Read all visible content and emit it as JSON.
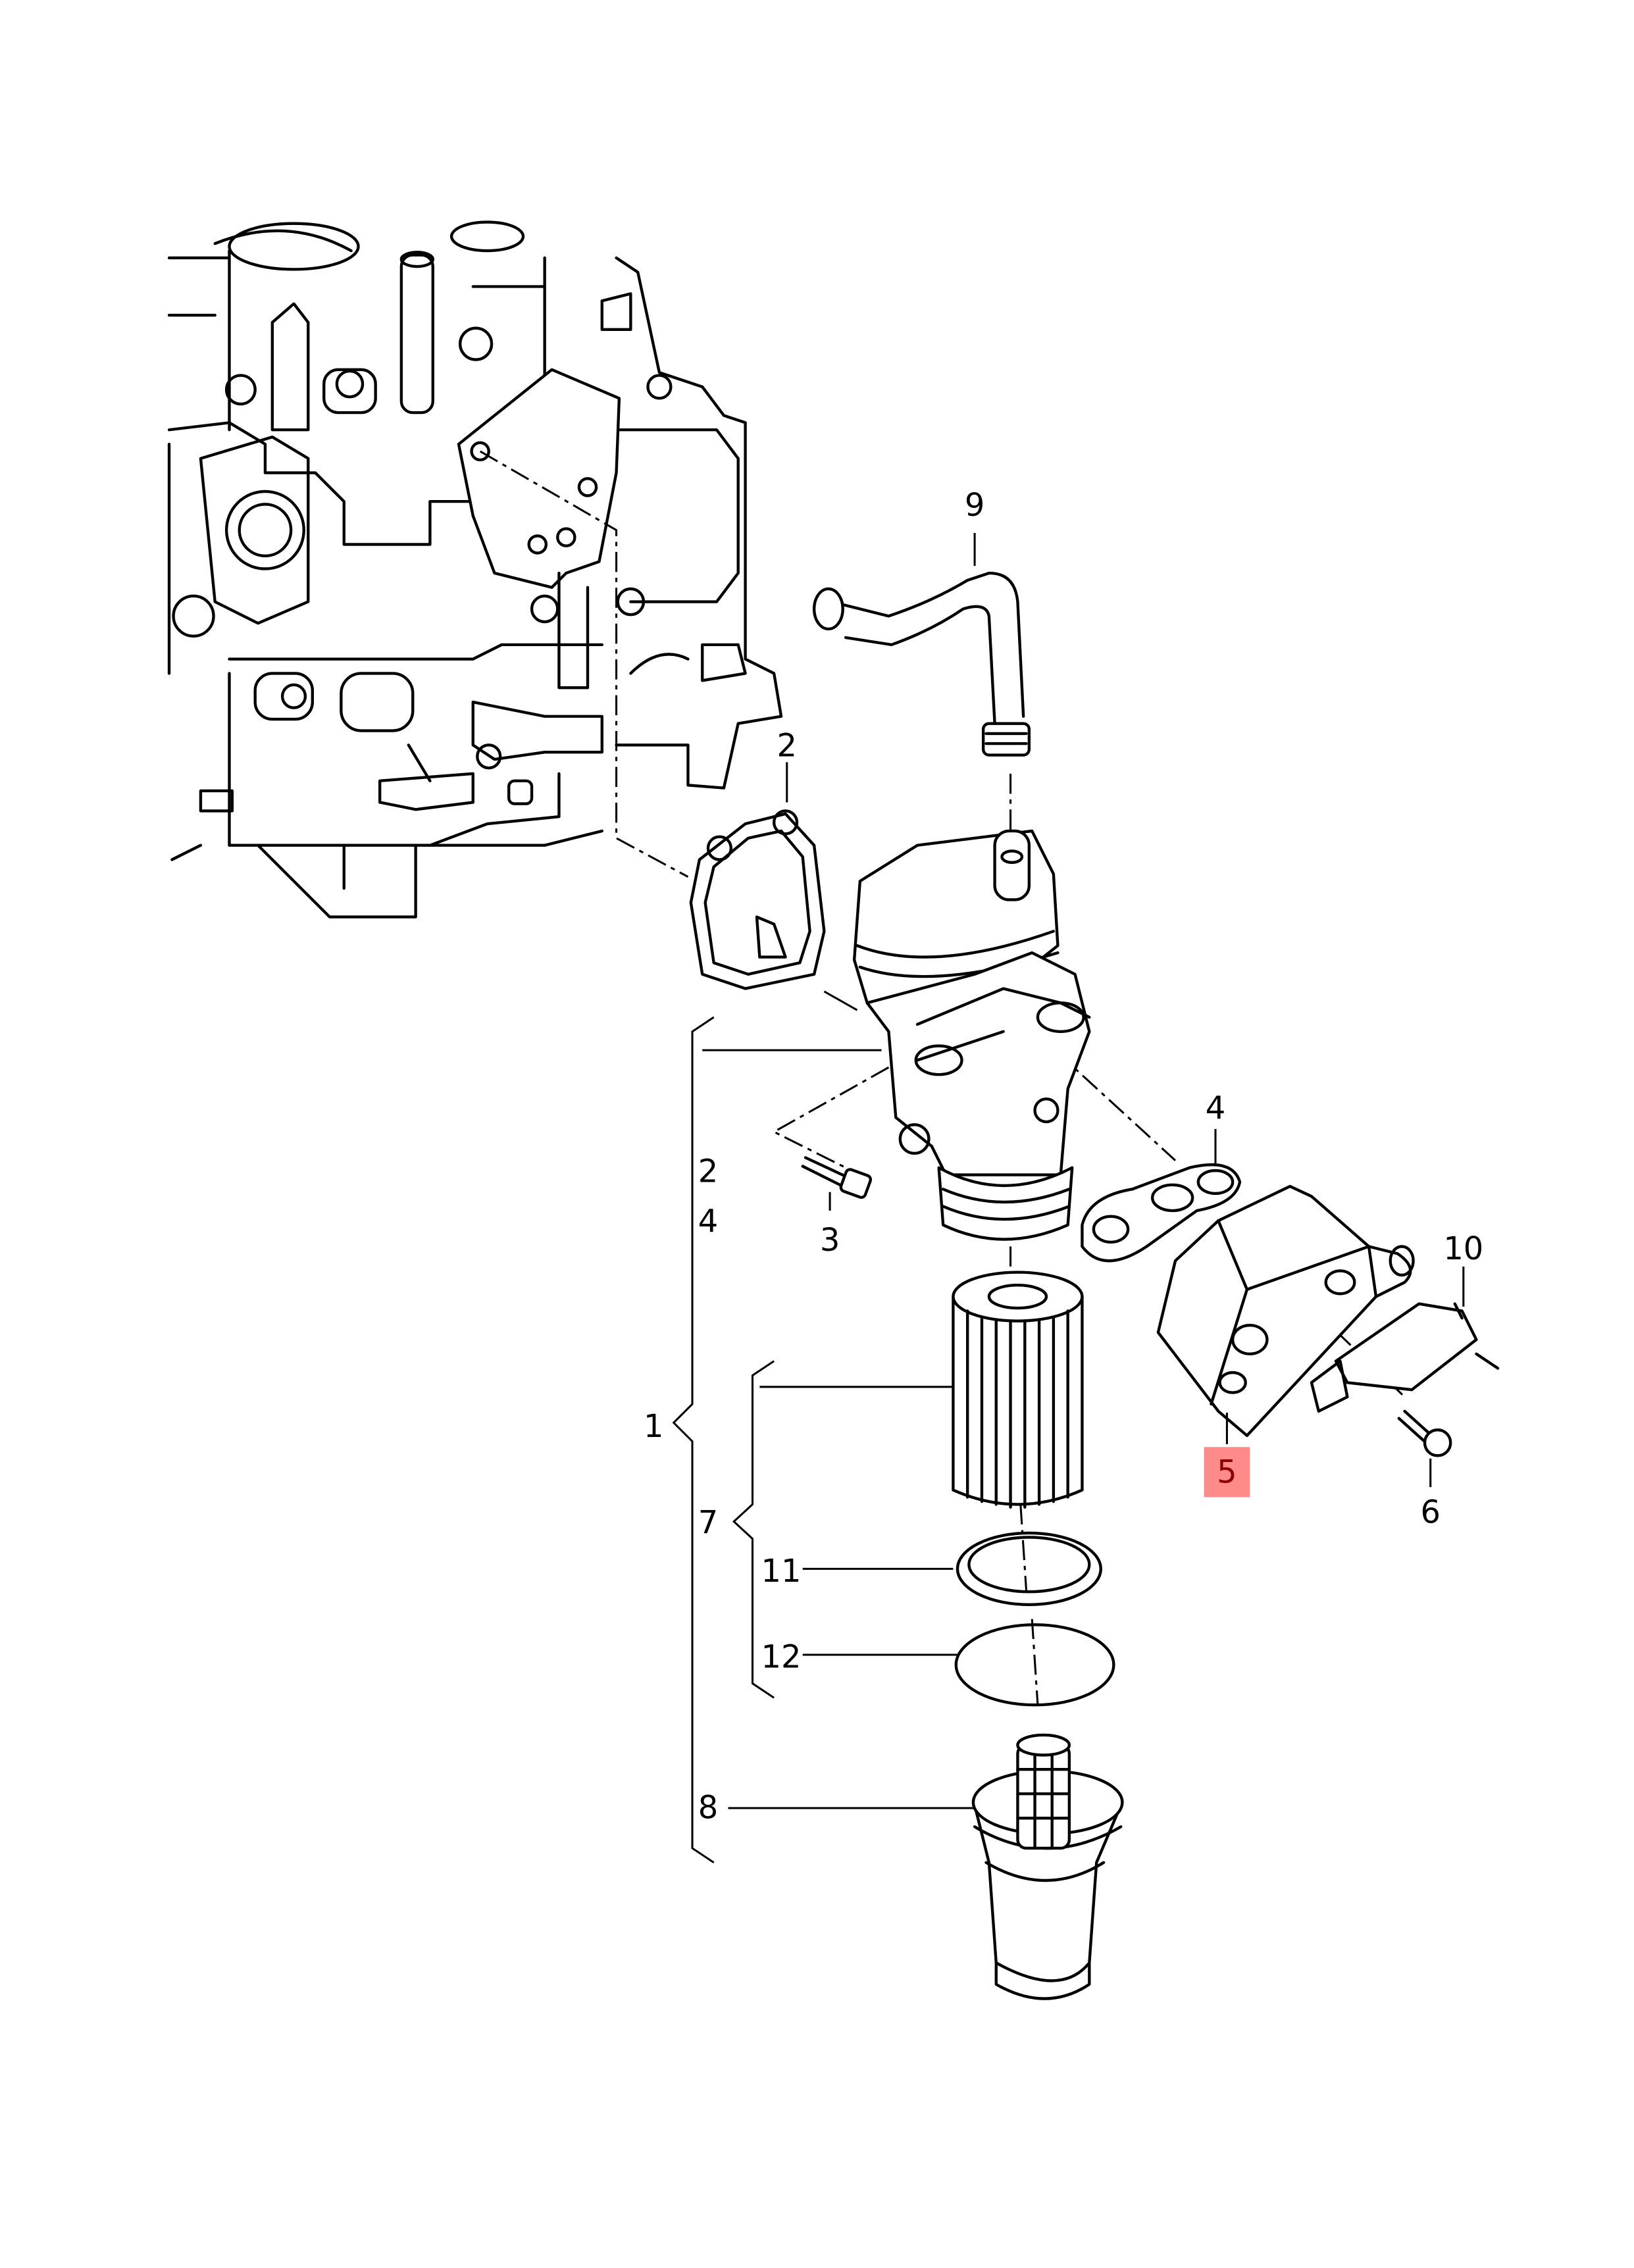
{
  "diagram": {
    "title": "Oil filter housing and oil cooler exploded view",
    "highlight_color": "#ff8a8a",
    "callouts": {
      "c1": "1",
      "c2_top": "2",
      "c2_side": "2",
      "c3": "3",
      "c4_top": "4",
      "c4_side": "4",
      "c5": "5",
      "c6": "6",
      "c7": "7",
      "c8": "8",
      "c9": "9",
      "c10": "10",
      "c11": "11",
      "c12": "12"
    },
    "highlighted_callout": "5"
  }
}
